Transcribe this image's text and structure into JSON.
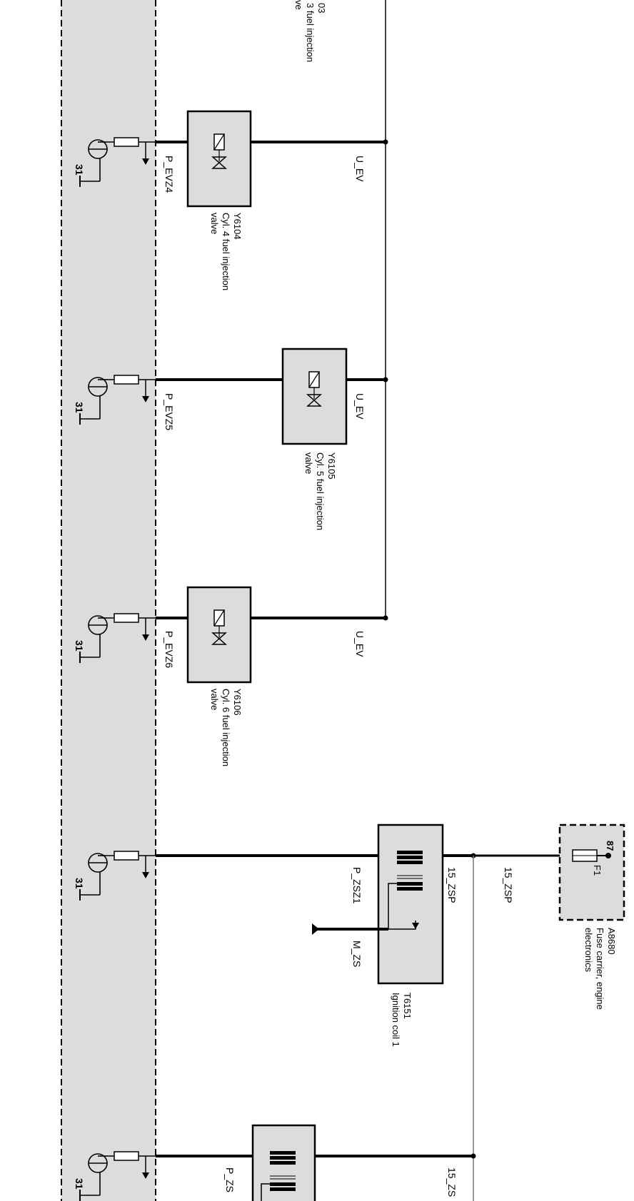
{
  "header_fragment": {
    "code": "03",
    "desc_line1": "3 fuel injection",
    "desc_line2": "ve"
  },
  "injectors": [
    {
      "pin": "P_EVZ4",
      "supply": "U_EV",
      "code": "Y6104",
      "desc_line1": "Cyl. 4 fuel injection",
      "desc_line2": "valve"
    },
    {
      "pin": "P_EVZ5",
      "supply": "U_EV",
      "code": "Y6105",
      "desc_line1": "Cyl. 5 fuel injection",
      "desc_line2": "valve"
    },
    {
      "pin": "P_EVZ6",
      "supply": "U_EV",
      "code": "Y6106",
      "desc_line1": "Cyl. 6 fuel injection",
      "desc_line2": "valve"
    }
  ],
  "ignition_coil": {
    "code": "T6151",
    "name": "Ignition coil 1",
    "pin_primary": "P_ZSZ1",
    "pin_supply": "15_ZSP",
    "pin_ground": "M_ZS"
  },
  "supply_line": "15_ZSP",
  "fuse_carrier": {
    "code": "A8680",
    "desc_line1": "Fuse carrier, engine",
    "desc_line2": "electronics",
    "fuse": "F1",
    "terminal": "87"
  },
  "ground_label": "31",
  "bottom_fragment": {
    "pin_primary": "P_ZS",
    "pin_supply": "15_ZS"
  }
}
